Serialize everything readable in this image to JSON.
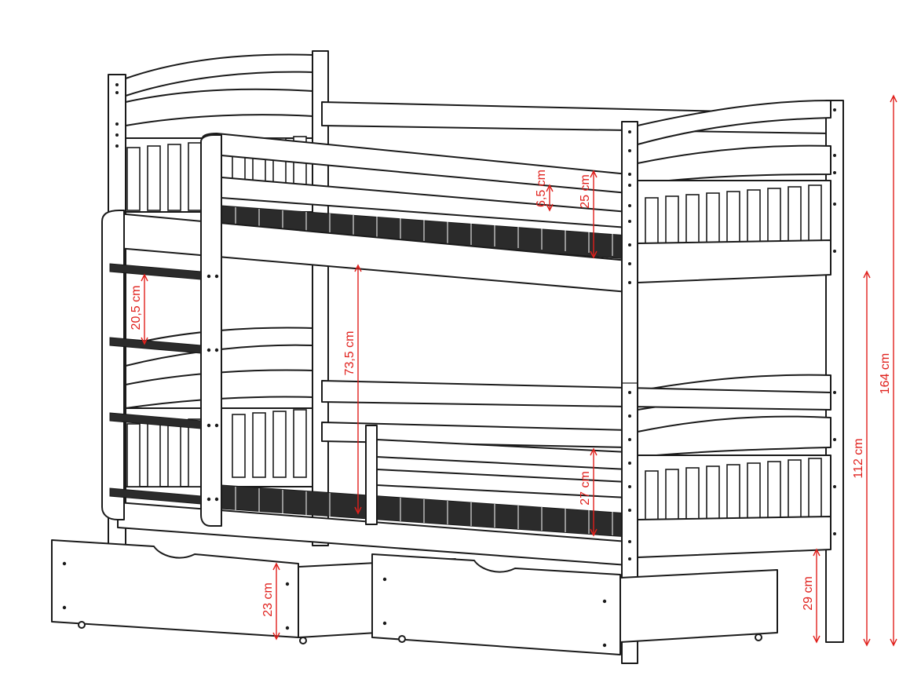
{
  "colors": {
    "line": "#1a1a1a",
    "dimension": "#e0201c",
    "background": "#ffffff"
  },
  "dimensions": {
    "total_height": "164 cm",
    "upper_bed_height": "112 cm",
    "lower_frame_height": "29 cm",
    "drawer_height": "23 cm",
    "upper_guard_height": "25 cm",
    "upper_gap": "6,5 cm",
    "lower_guard_height": "27 cm",
    "bed_clearance": "73,5 cm",
    "ladder_rung_spacing": "20,5 cm"
  }
}
